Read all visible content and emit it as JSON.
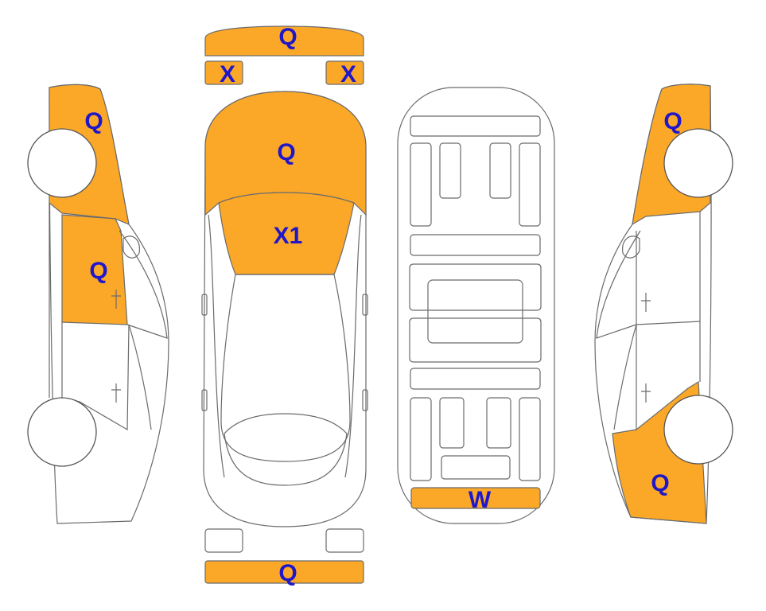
{
  "colors": {
    "damage_fill": "#FBA829",
    "label_text": "#1F17C8",
    "outline": "#6B6B6B"
  },
  "labels": {
    "front_bumper": "Q",
    "front_light_left": "X",
    "front_light_right": "X",
    "hood": "Q",
    "windshield": "X1",
    "left_front_fender": "Q",
    "left_front_door": "Q",
    "right_front_fender": "Q",
    "right_rear_quarter": "Q",
    "rear_bumper": "Q",
    "underbody_rear": "W"
  }
}
